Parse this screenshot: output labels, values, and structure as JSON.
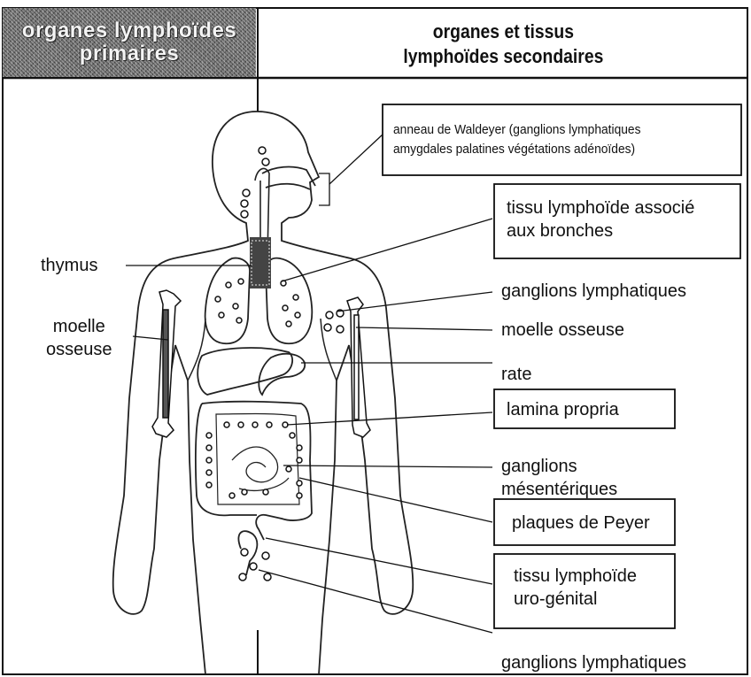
{
  "header": {
    "primary": "organes lymphoïdes\nprimaires",
    "secondary": "organes et tissus\nlymphoïdes secondaires"
  },
  "labels": {
    "waldeyer": "anneau de Waldeyer (ganglions lymphatiques\namygdales palatines végétations adénoïdes)",
    "bronches": "tissu lymphoïde associé\naux bronches",
    "thymus": "thymus",
    "moelle_left": "moelle\nosseuse",
    "ganglions_lymph_arm": "ganglions lymphatiques",
    "moelle_right": "moelle osseuse",
    "rate": "rate",
    "lamina": "lamina propria",
    "ganglions_mes": "ganglions\nmésentériques",
    "peyer": "plaques de Peyer",
    "uro": "tissu lymphoïde\nuro-génital",
    "ganglions_lymph_bottom": "ganglions lymphatiques"
  }
}
